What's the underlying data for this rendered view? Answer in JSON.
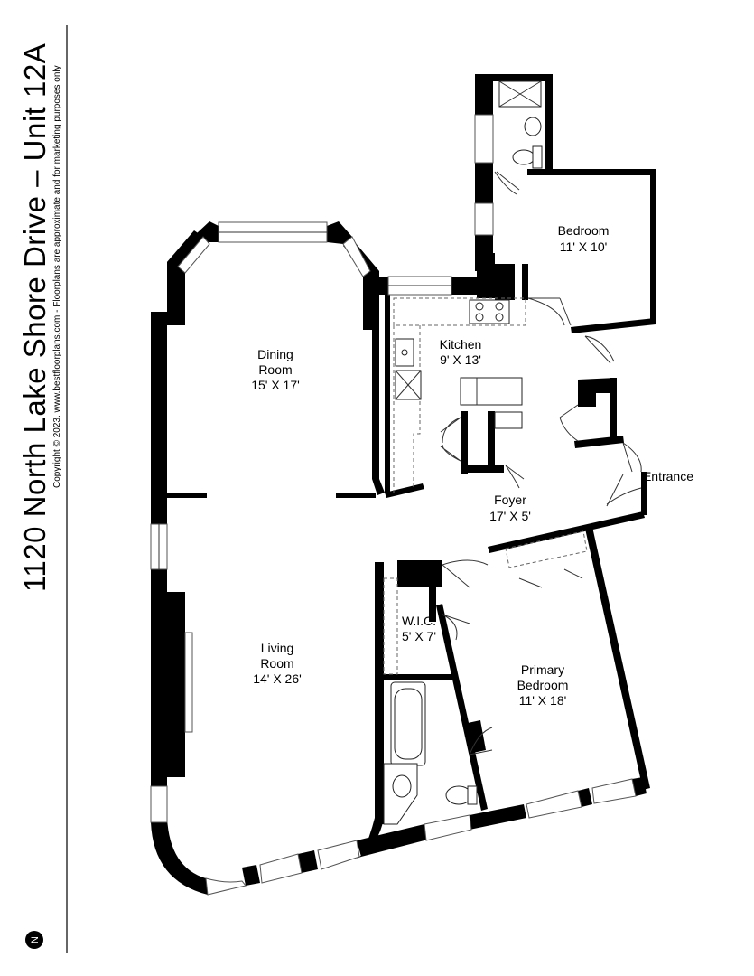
{
  "title": "1120 North Lake Shore Drive – Unit 12A",
  "copyright": "Copyright © 2023. www.bestfloorplans.com - Floorplans are approximate and for marketing purposes only",
  "compass_label": "N",
  "rooms": {
    "dining": {
      "name_line1": "Dining",
      "name_line2": "Room",
      "dims": "15' X 17'"
    },
    "kitchen": {
      "name": "Kitchen",
      "dims": "9' X 13'"
    },
    "bedroom": {
      "name": "Bedroom",
      "dims": "11' X 10'"
    },
    "foyer": {
      "name": "Foyer",
      "dims": "17' X 5'"
    },
    "entrance": {
      "name": "Entrance"
    },
    "living": {
      "name_line1": "Living",
      "name_line2": "Room",
      "dims": "14' X 26'"
    },
    "wic": {
      "name": "W.I.C.",
      "dims": "5' X 7'"
    },
    "primary": {
      "name_line1": "Primary",
      "name_line2": "Bedroom",
      "dims": "11' X 18'"
    }
  }
}
